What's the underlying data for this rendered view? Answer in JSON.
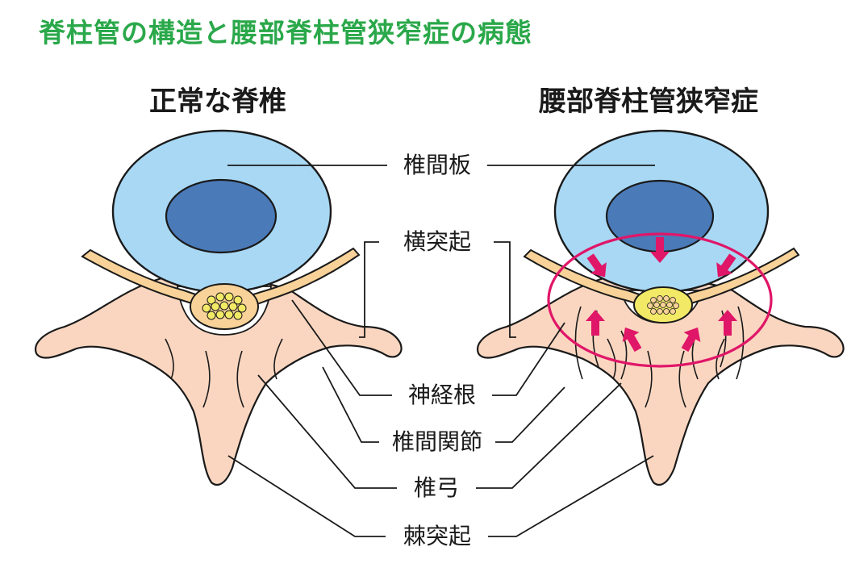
{
  "title": "脊柱管の構造と腰部脊柱管狭窄症の病態",
  "panels": {
    "normal": "正常な脊椎",
    "stenosis": "腰部脊柱管狭窄症"
  },
  "labels": {
    "disc": "椎間板",
    "transverse": "横突起",
    "nerve_root": "神経根",
    "facet": "椎間関節",
    "lamina": "椎弓",
    "spinous": "棘突起"
  },
  "colors": {
    "title": "#2aa84a",
    "disc_outer": "#a8d8f4",
    "disc_inner": "#4a7ab8",
    "bone": "#fad6c0",
    "nerve": "#f8d298",
    "cord": "#f2ea66",
    "arrow": "#e01668"
  }
}
